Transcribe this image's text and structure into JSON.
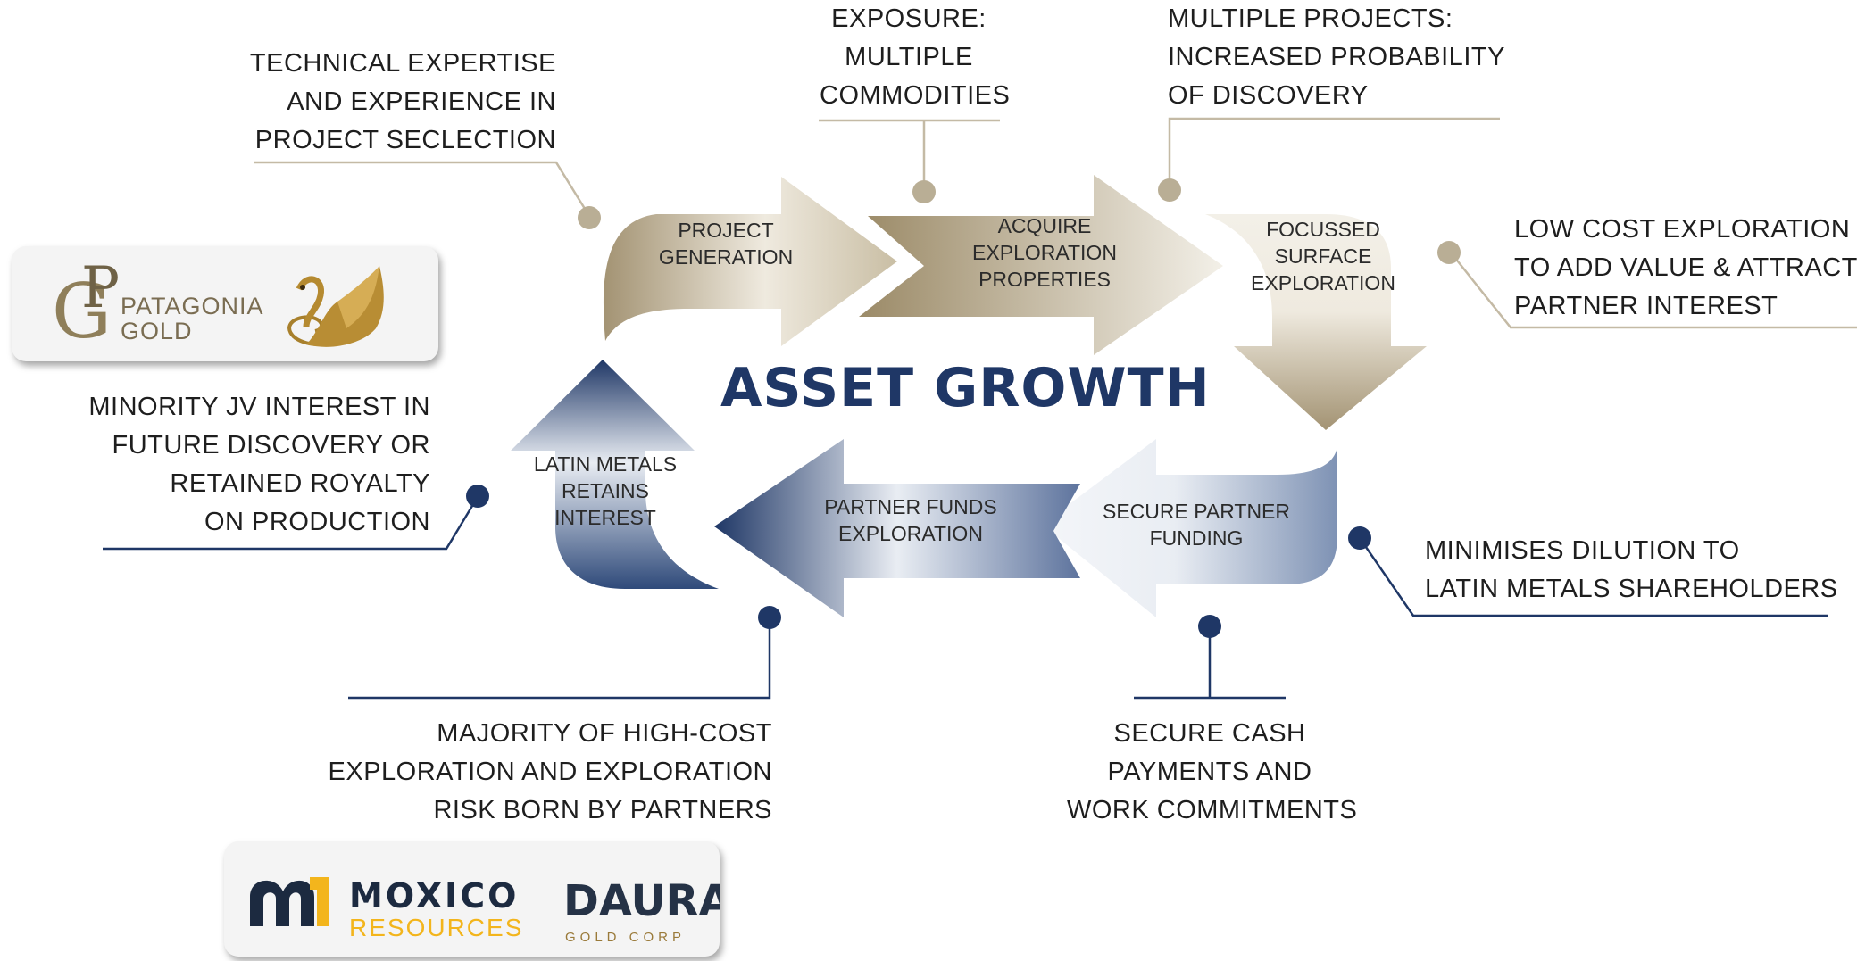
{
  "title": "ASSET GROWTH",
  "colors": {
    "gold_dark": "#9b8a67",
    "gold_light": "#f3f0e8",
    "navy": "#1f3766",
    "navy_mid": "#6d82a6",
    "line_gold": "#b9ae95",
    "text": "#1e1e1e"
  },
  "cycle_steps": [
    {
      "lines": [
        "PROJECT",
        "GENERATION"
      ]
    },
    {
      "lines": [
        "ACQUIRE",
        "EXPLORATION",
        "PROPERTIES"
      ]
    },
    {
      "lines": [
        "FOCUSSED",
        "SURFACE",
        "EXPLORATION"
      ]
    },
    {
      "lines": [
        "SECURE PARTNER",
        "FUNDING"
      ]
    },
    {
      "lines": [
        "PARTNER FUNDS",
        "EXPLORATION"
      ]
    },
    {
      "lines": [
        "LATIN METALS",
        "RETAINS",
        "INTEREST"
      ]
    }
  ],
  "annotations": {
    "technical": [
      "TECHNICAL EXPERTISE",
      "AND EXPERIENCE IN",
      "PROJECT SECLECTION"
    ],
    "exposure": [
      "EXPOSURE:",
      "MULTIPLE",
      "COMMODITIES"
    ],
    "multiple_projects": [
      "MULTIPLE PROJECTS:",
      "INCREASED PROBABILITY",
      "OF DISCOVERY"
    ],
    "low_cost": [
      "LOW COST EXPLORATION",
      "TO ADD VALUE & ATTRACT",
      "PARTNER INTEREST"
    ],
    "minority": [
      "MINORITY JV INTEREST IN",
      "FUTURE DISCOVERY OR",
      "RETAINED ROYALTY",
      "ON PRODUCTION"
    ],
    "dilution": [
      "MINIMISES DILUTION TO",
      "LATIN METALS SHAREHOLDERS"
    ],
    "majority": [
      "MAJORITY OF HIGH-COST",
      "EXPLORATION AND EXPLORATION",
      "RISK BORN BY PARTNERS"
    ],
    "cash": [
      "SECURE CASH",
      "PAYMENTS AND",
      "WORK COMMITMENTS"
    ]
  },
  "logos": {
    "patagonia": {
      "monogram": "PG",
      "line1": "PATAGONIA",
      "line2": "GOLD"
    },
    "moxico": {
      "line1": "MOXICO",
      "line2": "RESOURCES",
      "accent": "#f3b51c",
      "dark": "#1c2a40"
    },
    "daura": {
      "line1": "DAURA",
      "line2": "GOLD CORP"
    }
  }
}
